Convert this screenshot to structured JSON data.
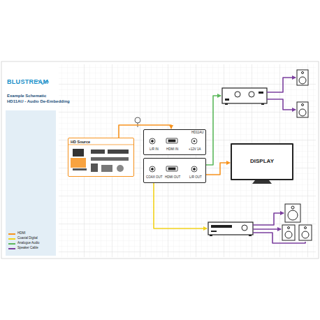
{
  "diagram": {
    "title": "Example Schematic",
    "caption": "HD11AU - Audio De-Embedding",
    "nodes": [
      {
        "text": [
          "HD Source"
        ]
      },
      {
        "text": [
          "HD11AU",
          "L/R IN",
          "HDMI IN",
          "+12V 1A"
        ]
      },
      {
        "text": [
          "COAX OUT",
          "HDMI OUT",
          "L/R OUT"
        ]
      },
      {
        "text": [
          "DISPLAY"
        ]
      }
    ],
    "edges": [
      {
        "from": 0,
        "to": 1,
        "arrow": "to"
      },
      {
        "from": 2,
        "to": 3,
        "arrow": "to"
      }
    ],
    "labels": [
      "BLUSTREAM"
    ],
    "legend": [
      {
        "text": "HDMI",
        "color": "#f7931e"
      },
      {
        "text": "Coaxial Digital",
        "color": "#f2d21b"
      },
      {
        "text": "Analogue Audio",
        "color": "#5cb85c"
      },
      {
        "text": "Speaker Cable",
        "color": "#7b3f9e"
      }
    ]
  }
}
